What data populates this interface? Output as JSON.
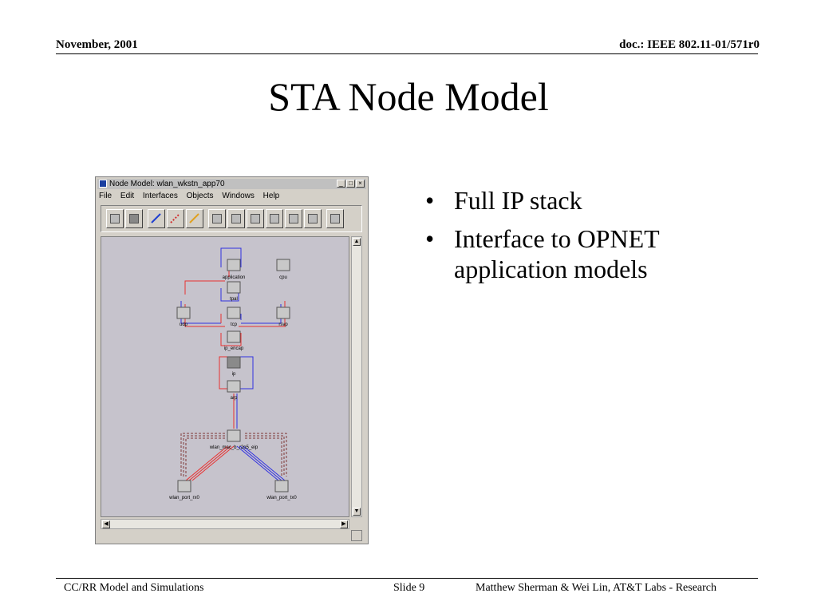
{
  "header": {
    "left": "November, 2001",
    "right": "doc.: IEEE 802.11-01/571r0"
  },
  "title": "STA Node Model",
  "window": {
    "title": "Node Model: wlan_wkstn_app70",
    "controls": [
      "_",
      "□",
      "×"
    ],
    "menu": [
      "File",
      "Edit",
      "Interfaces",
      "Objects",
      "Windows",
      "Help"
    ],
    "toolbar_icons": [
      "fixed-node-icon",
      "mobile-node-icon",
      "stream-icon",
      "statwire-icon",
      "logical-tx-icon",
      "tx-icon",
      "rx-icon",
      "ptp-tx-icon",
      "ptp-rx-icon",
      "bus-tx-icon",
      "bus-rx-icon",
      "antenna-icon"
    ],
    "nodes": [
      "application",
      "cpu",
      "tpal",
      "udp",
      "tcp",
      "rsvp",
      "ip_encap",
      "ip",
      "arp",
      "wlan_mac_b_r2o5_eip",
      "wlan_port_rx0",
      "wlan_port_tx0"
    ],
    "colors": {
      "stream_in": "#e83030",
      "stream_out": "#3030e0",
      "node": "#c8c8c8",
      "canvas": "#c6c3cc",
      "bundle": "#803838"
    }
  },
  "bullets": [
    "Full IP stack",
    "Interface to OPNET application models"
  ],
  "footer": {
    "left": "CC/RR Model and Simulations",
    "middle": "Slide 9",
    "right": "Matthew Sherman & Wei Lin, AT&T Labs - Research"
  }
}
